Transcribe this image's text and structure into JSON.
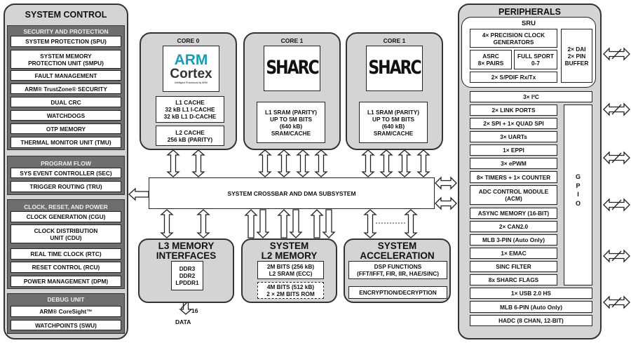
{
  "system_control": {
    "title": "SYSTEM CONTROL",
    "sections": [
      {
        "header": "SECURITY AND PROTECTION",
        "items": [
          "SYSTEM PROTECTION (SPU)",
          "SYSTEM MEMORY\nPROTECTION UNIT (SMPU)",
          "FAULT MANAGEMENT",
          "ARM® TrustZone® SECURITY",
          "DUAL CRC",
          "WATCHDOGS",
          "OTP MEMORY",
          "THERMAL MONITOR UNIT (TMU)"
        ]
      },
      {
        "header": "PROGRAM FLOW",
        "items": [
          "SYS EVENT CONTROLLER (SEC)",
          "TRIGGER ROUTING (TRU)"
        ]
      },
      {
        "header": "CLOCK, RESET, AND POWER",
        "items": [
          "CLOCK GENERATION (CGU)",
          "CLOCK DISTRIBUTION\nUNIT (CDU)",
          "REAL TIME CLOCK (RTC)",
          "RESET CONTROL (RCU)",
          "POWER MANAGEMENT (DPM)"
        ]
      },
      {
        "header": "DEBUG UNIT",
        "items": [
          "ARM® CoreSight™",
          "WATCHPOINTS (SWU)"
        ]
      }
    ]
  },
  "cores": [
    {
      "title": "CORE 0",
      "logo": {
        "line1": "ARM",
        "line2": "Cortex",
        "tagline": "Intelligent Processors by ARM"
      },
      "blocks": [
        "L1 CACHE\n32 kB L1 I-CACHE\n32 kB L1 D-CACHE",
        "L2 CACHE\n256 kB (PARITY)"
      ]
    },
    {
      "title": "CORE 1",
      "logo": {
        "line1": "SHARC"
      },
      "blocks": [
        "L1 SRAM (PARITY)\nUP TO 5M BITS\n(640 kB)\nSRAM/CACHE"
      ]
    },
    {
      "title": "CORE 1",
      "logo": {
        "line1": "SHARC"
      },
      "blocks": [
        "L1 SRAM (PARITY)\nUP TO 5M BITS\n(640 kB)\nSRAM/CACHE"
      ]
    }
  ],
  "crossbar": {
    "label": "SYSTEM CROSSBAR AND DMA SUBSYSTEM"
  },
  "l3_memory": {
    "title": "L3 MEMORY\nINTERFACES",
    "block": "DDR3\nDDR2\nLPDDR1",
    "bus_width": "16",
    "bus_label": "DATA"
  },
  "l2_memory": {
    "title": "SYSTEM\nL2 MEMORY",
    "sram": "2M BITS (256 kB)\nL2 SRAM (ECC)",
    "rom": "4M BITS (512 kB)\n2 × 2M BITS ROM"
  },
  "acceleration": {
    "title": "SYSTEM\nACCELERATION",
    "blocks": [
      "DSP FUNCTIONS\n(FFT/IFFT, FIR, IIR, HAE/SINC)",
      "ENCRYPTION/DECRYPTION"
    ]
  },
  "peripherals": {
    "title": "PERIPHERALS",
    "sru": {
      "title": "SRU",
      "pcg": "4× PRECISION CLOCK\nGENERATORS",
      "asrc": "ASRC\n8× PAIRS",
      "sport": "FULL SPORT\n0-7",
      "spdif": "2× S/PDIF Rx/Tx",
      "dai": "2× DAI\n2× PIN\nBUFFER"
    },
    "i2c": "3× I²C",
    "items": [
      "2× LINK PORTS",
      "2× SPI + 1× QUAD SPI",
      "3× UARTs",
      "1× EPPI",
      "3× ePWM",
      "8× TIMERS + 1× COUNTER",
      "ADC CONTROL MODULE\n(ACM)",
      "ASYNC MEMORY (16-BIT)",
      "2× CAN2.0",
      "MLB 3-PIN (Auto Only)",
      "1× EMAC",
      "SINC FILTER",
      "8x SHARC FLAGS"
    ],
    "gpio": [
      "G",
      "P",
      "I",
      "O"
    ],
    "bottom": [
      "1× USB 2.0 HS",
      "MLB 6-PIN (Auto Only)",
      "HADC (8 CHAN, 12-BIT)"
    ]
  }
}
